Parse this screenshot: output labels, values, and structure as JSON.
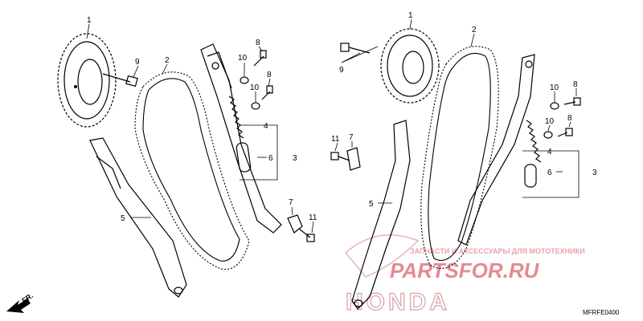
{
  "diagram": {
    "code": "MFRFE0400",
    "direction_label": "FR.",
    "watermark": {
      "tagline": "ЗАПЧАСТИ И АКСЕССУАРЫ ДЛЯ МОТОТЕХНИКИ",
      "brand": "PARTSFOR.RU",
      "maker": "HONDA"
    },
    "callouts": [
      {
        "num": "1"
      },
      {
        "num": "9"
      },
      {
        "num": "2"
      },
      {
        "num": "8"
      },
      {
        "num": "10"
      },
      {
        "num": "10"
      },
      {
        "num": "8"
      },
      {
        "num": "4"
      },
      {
        "num": "6"
      },
      {
        "num": "3"
      },
      {
        "num": "5"
      },
      {
        "num": "7"
      },
      {
        "num": "11"
      },
      {
        "num": "1"
      },
      {
        "num": "9"
      },
      {
        "num": "2"
      },
      {
        "num": "10"
      },
      {
        "num": "8"
      },
      {
        "num": "10"
      },
      {
        "num": "8"
      },
      {
        "num": "11"
      },
      {
        "num": "7"
      },
      {
        "num": "4"
      },
      {
        "num": "6"
      },
      {
        "num": "3"
      },
      {
        "num": "5"
      }
    ]
  }
}
